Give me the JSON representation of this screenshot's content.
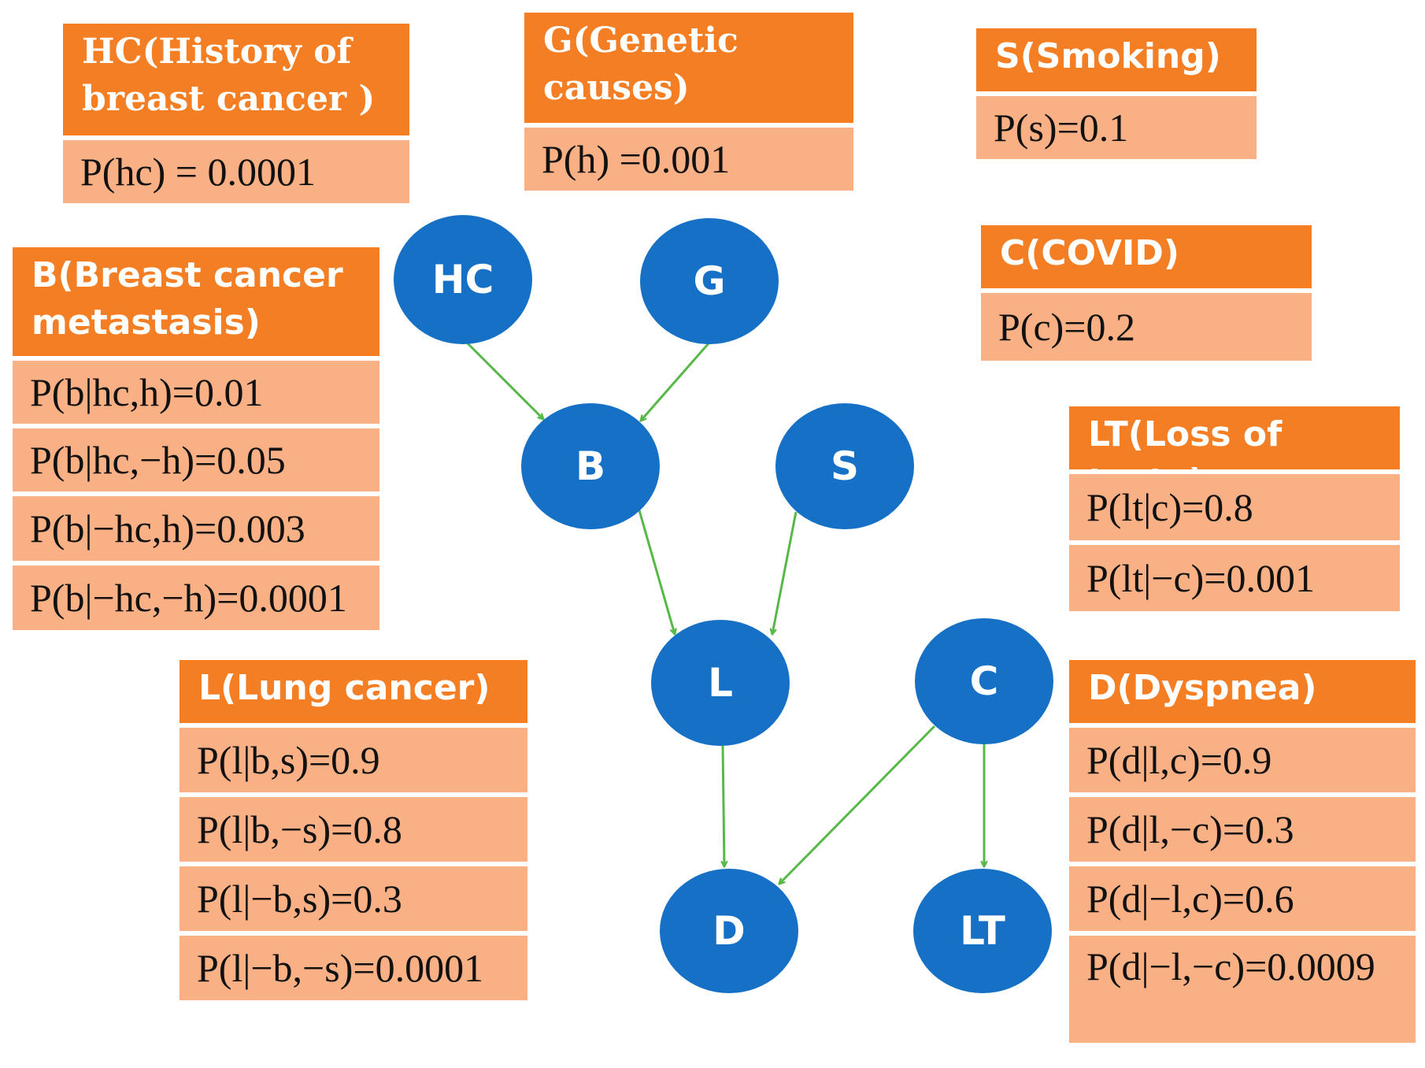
{
  "tables": {
    "hc": {
      "title": "HC(History of breast cancer )",
      "rows": [
        "P(hc) = 0.0001"
      ]
    },
    "g": {
      "title": "G(Genetic causes)",
      "rows": [
        "P(h) =0.001"
      ]
    },
    "s": {
      "title": "S(Smoking)",
      "rows": [
        "P(s)=0.1"
      ]
    },
    "c": {
      "title": "C(COVID)",
      "rows": [
        "P(c)=0.2"
      ]
    },
    "b": {
      "title": "B(Breast cancer metastasis)",
      "rows": [
        "P(b|hc,h)=0.01",
        "P(b|hc,−h)=0.05",
        "P(b|−hc,h)=0.003",
        "P(b|−hc,−h)=0.0001"
      ]
    },
    "lt": {
      "title": "LT(Loss of taste)",
      "rows": [
        "P(lt|c)=0.8",
        "P(lt|−c)=0.001"
      ]
    },
    "l": {
      "title": "L(Lung cancer)",
      "rows": [
        "P(l|b,s)=0.9",
        "P(l|b,−s)=0.8",
        "P(l|−b,s)=0.3",
        "P(l|−b,−s)=0.0001"
      ]
    },
    "d": {
      "title": "D(Dyspnea)",
      "rows": [
        "P(d|l,c)=0.9",
        "P(d|l,−c)=0.3",
        "P(d|−l,c)=0.6",
        "P(d|−l,−c)=0.0009"
      ]
    }
  },
  "nodes": [
    {
      "id": "HC",
      "label": "HC"
    },
    {
      "id": "G",
      "label": "G"
    },
    {
      "id": "B",
      "label": "B"
    },
    {
      "id": "S",
      "label": "S"
    },
    {
      "id": "L",
      "label": "L"
    },
    {
      "id": "C",
      "label": "C"
    },
    {
      "id": "D",
      "label": "D"
    },
    {
      "id": "LT",
      "label": "LT"
    }
  ],
  "edges": [
    {
      "from": "HC",
      "to": "B"
    },
    {
      "from": "G",
      "to": "B"
    },
    {
      "from": "B",
      "to": "L"
    },
    {
      "from": "S",
      "to": "L"
    },
    {
      "from": "L",
      "to": "D"
    },
    {
      "from": "C",
      "to": "D"
    },
    {
      "from": "C",
      "to": "LT"
    }
  ],
  "colors": {
    "node_fill": "#1570C6",
    "edge": "#56B947",
    "table_header": "#F47E24",
    "table_row": "#F9B084"
  }
}
